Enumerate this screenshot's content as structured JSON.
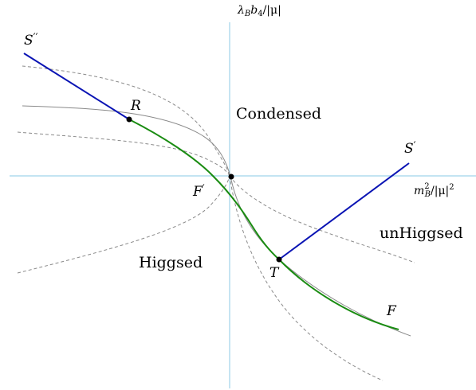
{
  "axes": {
    "vertical_label": {
      "main": "λ",
      "sub1": "B",
      "mid": "b",
      "sub2": "4",
      "tail": "/|μ|"
    },
    "horizontal_label": {
      "main": "m",
      "sup": "2",
      "sub": "B",
      "tail": "/|μ|",
      "tail_sup": "2"
    }
  },
  "regions": {
    "condensed": "Condensed",
    "unhiggsed": "unHiggsed",
    "higgsed": "Higgsed"
  },
  "points": {
    "S_double_prime": {
      "letter": "S",
      "prime": "′′"
    },
    "S_prime": {
      "letter": "S",
      "prime": "′"
    },
    "R": "R",
    "T": "T",
    "F_prime": {
      "letter": "F",
      "prime": "′"
    },
    "F": "F"
  },
  "colors": {
    "axis": "#9fd3ea",
    "blue_line": "#0a14b4",
    "green_curve": "#1a8c12",
    "gray_curve": "#8a8a8a",
    "dashed_curve": "#8a8a8a",
    "dot": "#000000"
  }
}
